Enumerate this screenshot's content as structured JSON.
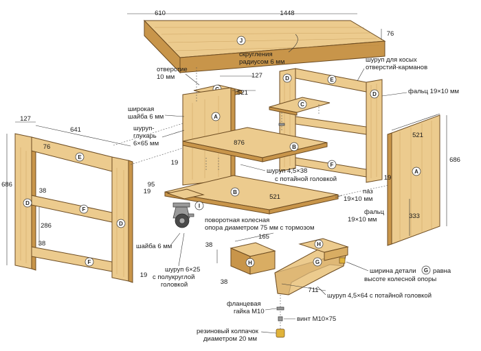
{
  "dimensions": {
    "top_depth": "610",
    "top_width": "1448",
    "top_thickness": "76",
    "frame_depth": "127",
    "frame_width": "641",
    "frame_rail": "76",
    "frame_height": "686",
    "frame_stile": "38",
    "frame_gap": "286",
    "frame_bottom_rail": "38",
    "frame_thick": "19",
    "shelf_upper_depth": "127",
    "shelf_upper_width": "521",
    "shelf_mid_width": "876",
    "shelf_edge": "19",
    "base_95": "95",
    "base_19": "19",
    "base_width": "521",
    "side_width": "521",
    "side_height": "686",
    "side_333": "333",
    "foot_38a": "38",
    "foot_165": "165",
    "foot_38b": "38",
    "foot_711": "711",
    "right_19": "19"
  },
  "labels": {
    "rounding": "скругления\nрадиусом 6 мм",
    "hole": "отверстие\n10 мм",
    "pocket_screw": "шуруп для косых\nотверстий-карманов",
    "rabbet_top": "фальц 19×10 мм",
    "washer_wide": "широкая\nшайба 6 мм",
    "lag_screw": "шуруп-\nглухарь\n6×65 мм",
    "screw_countersunk_1": "шуруп 4,5×38\nс потайной головкой",
    "groove": "паз\n19×10 мм",
    "rabbet_bottom": "фальц\n19×10 мм",
    "caster": "поворотная колесная\nопора диаметром 75 мм с тормозом",
    "washer": "шайба 6 мм",
    "round_screw": "шуруп 6×25\nс полукруглой\nголовкой",
    "part_width_note": "ширина детали  равна\nвысоте колесной опоры",
    "screw_countersunk_2": "шуруп 4,5×64 с потайной головкой",
    "flange_nut": "фланцевая\nгайка М10",
    "bolt": "винт М10×75",
    "rubber_cap": "резиновый колпачок\nдиаметром 20 мм"
  },
  "parts": {
    "A": "A",
    "B": "B",
    "C": "C",
    "D": "D",
    "E": "E",
    "F": "F",
    "G": "G",
    "H": "H",
    "I": "I",
    "J": "J"
  },
  "colors": {
    "wood_face": "#eccb8e",
    "wood_edge": "#c8954a",
    "outline": "#6b4a20"
  }
}
